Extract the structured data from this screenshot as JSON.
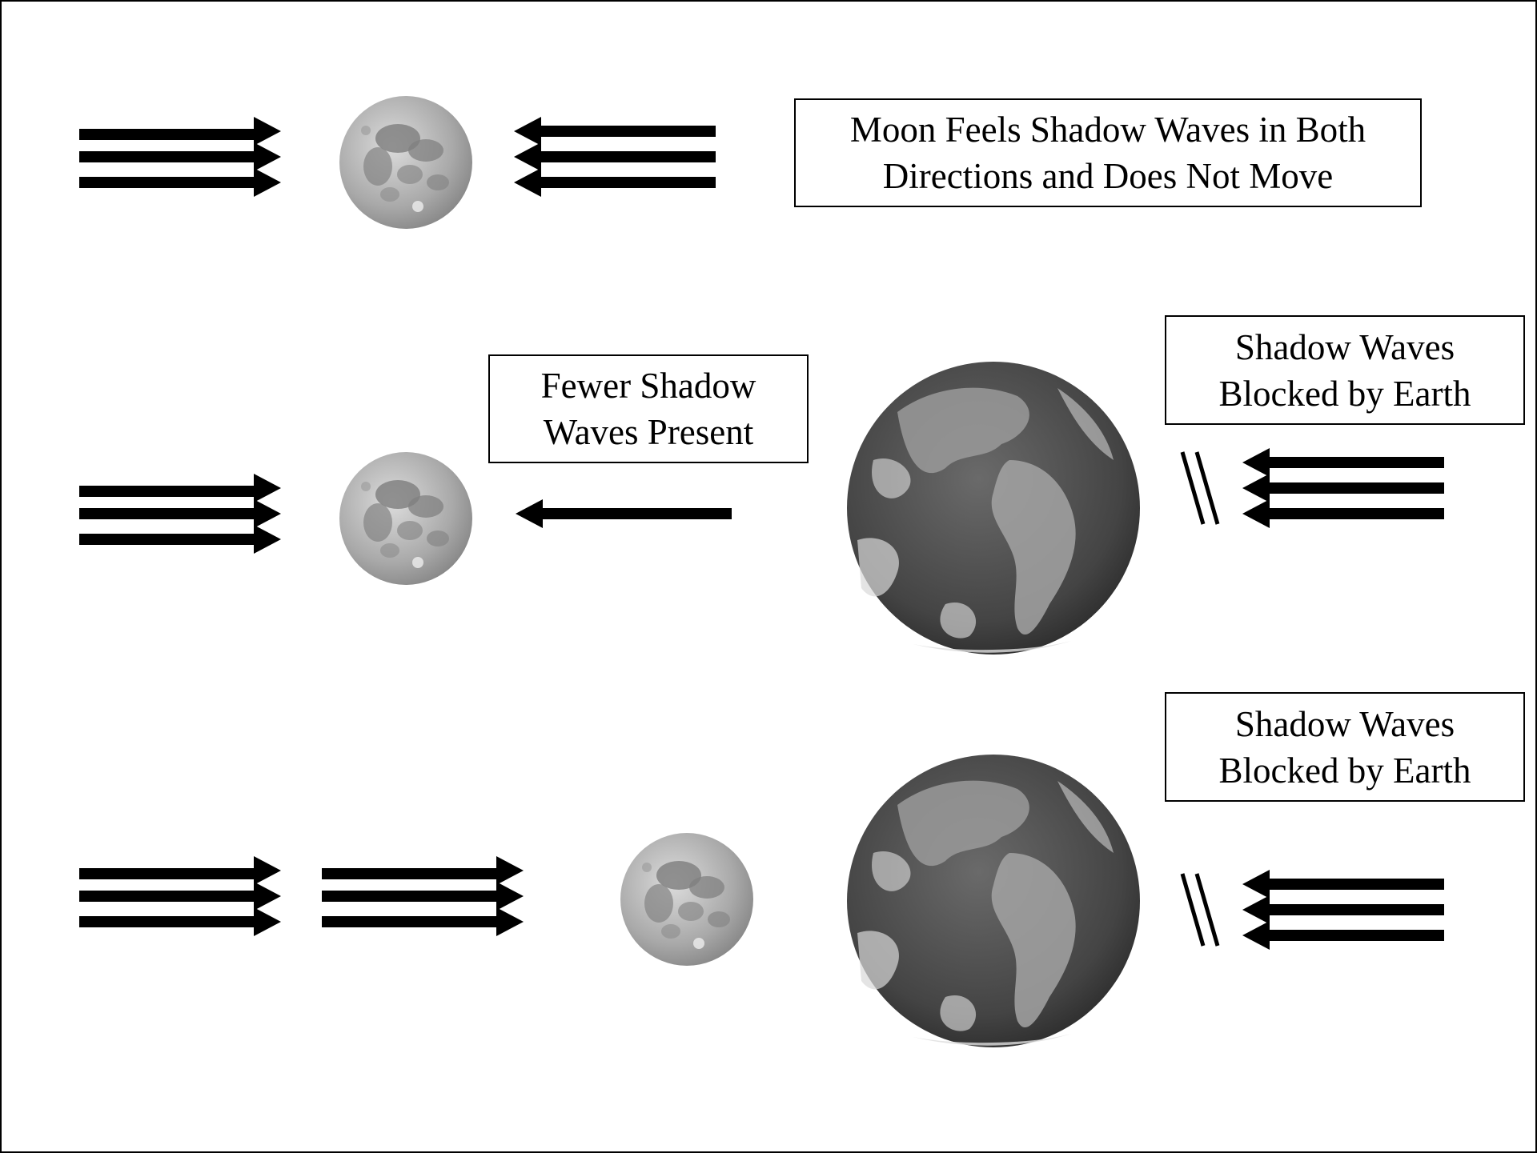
{
  "labels": {
    "top": {
      "line1": "Moon Feels Shadow Waves in Both",
      "line2": "Directions and Does Not Move"
    },
    "middle_fewer": {
      "line1": "Fewer Shadow",
      "line2": "Waves Present"
    },
    "middle_blocked": {
      "line1": "Shadow Waves",
      "line2": "Blocked by Earth"
    },
    "bottom_blocked": {
      "line1": "Shadow Waves",
      "line2": "Blocked by Earth"
    }
  },
  "icons": {
    "moon": "moon-icon",
    "earth": "earth-icon",
    "arrow_right": "arrow-right-icon",
    "arrow_left": "arrow-left-icon",
    "blocked": "blocked-slash-icon"
  },
  "colors": {
    "ink": "#000000",
    "background": "#ffffff",
    "moon_light": "#d8d8d8",
    "moon_dark": "#7a7a7a",
    "earth_dark": "#3c3c3c",
    "earth_light": "#bdbdbd"
  }
}
